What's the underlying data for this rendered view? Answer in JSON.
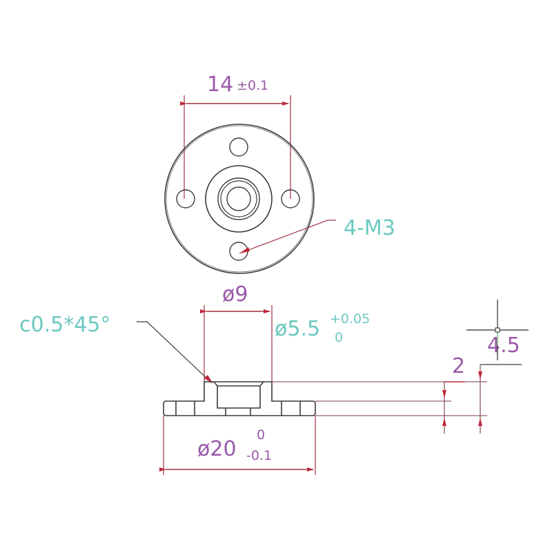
{
  "drawing": {
    "type": "Flange coupling technical drawing (top view and side section)",
    "colors": {
      "outline": "#3a3a3a",
      "dimension_line": "#a03040",
      "arrow": "#c0283c",
      "dimension_text": "#9a5aa8",
      "annotation_text": "#6cc8c0",
      "background": "#ffffff"
    },
    "top_view": {
      "dimension_hole_spacing": {
        "value": "14",
        "tolerance": "±0.1"
      },
      "hole_callout": "4-M3"
    },
    "side_view": {
      "hub_diameter": {
        "value": "ø9"
      },
      "bore_diameter": {
        "value": "ø5.5",
        "upper_tolerance": "+0.05",
        "lower_tolerance": "0"
      },
      "chamfer_callout": "c0.5*45°",
      "flange_diameter": {
        "value": "ø20",
        "upper_tolerance": "0",
        "lower_tolerance": "-0.1"
      },
      "flange_thickness": "2",
      "total_height": "4.5"
    }
  }
}
